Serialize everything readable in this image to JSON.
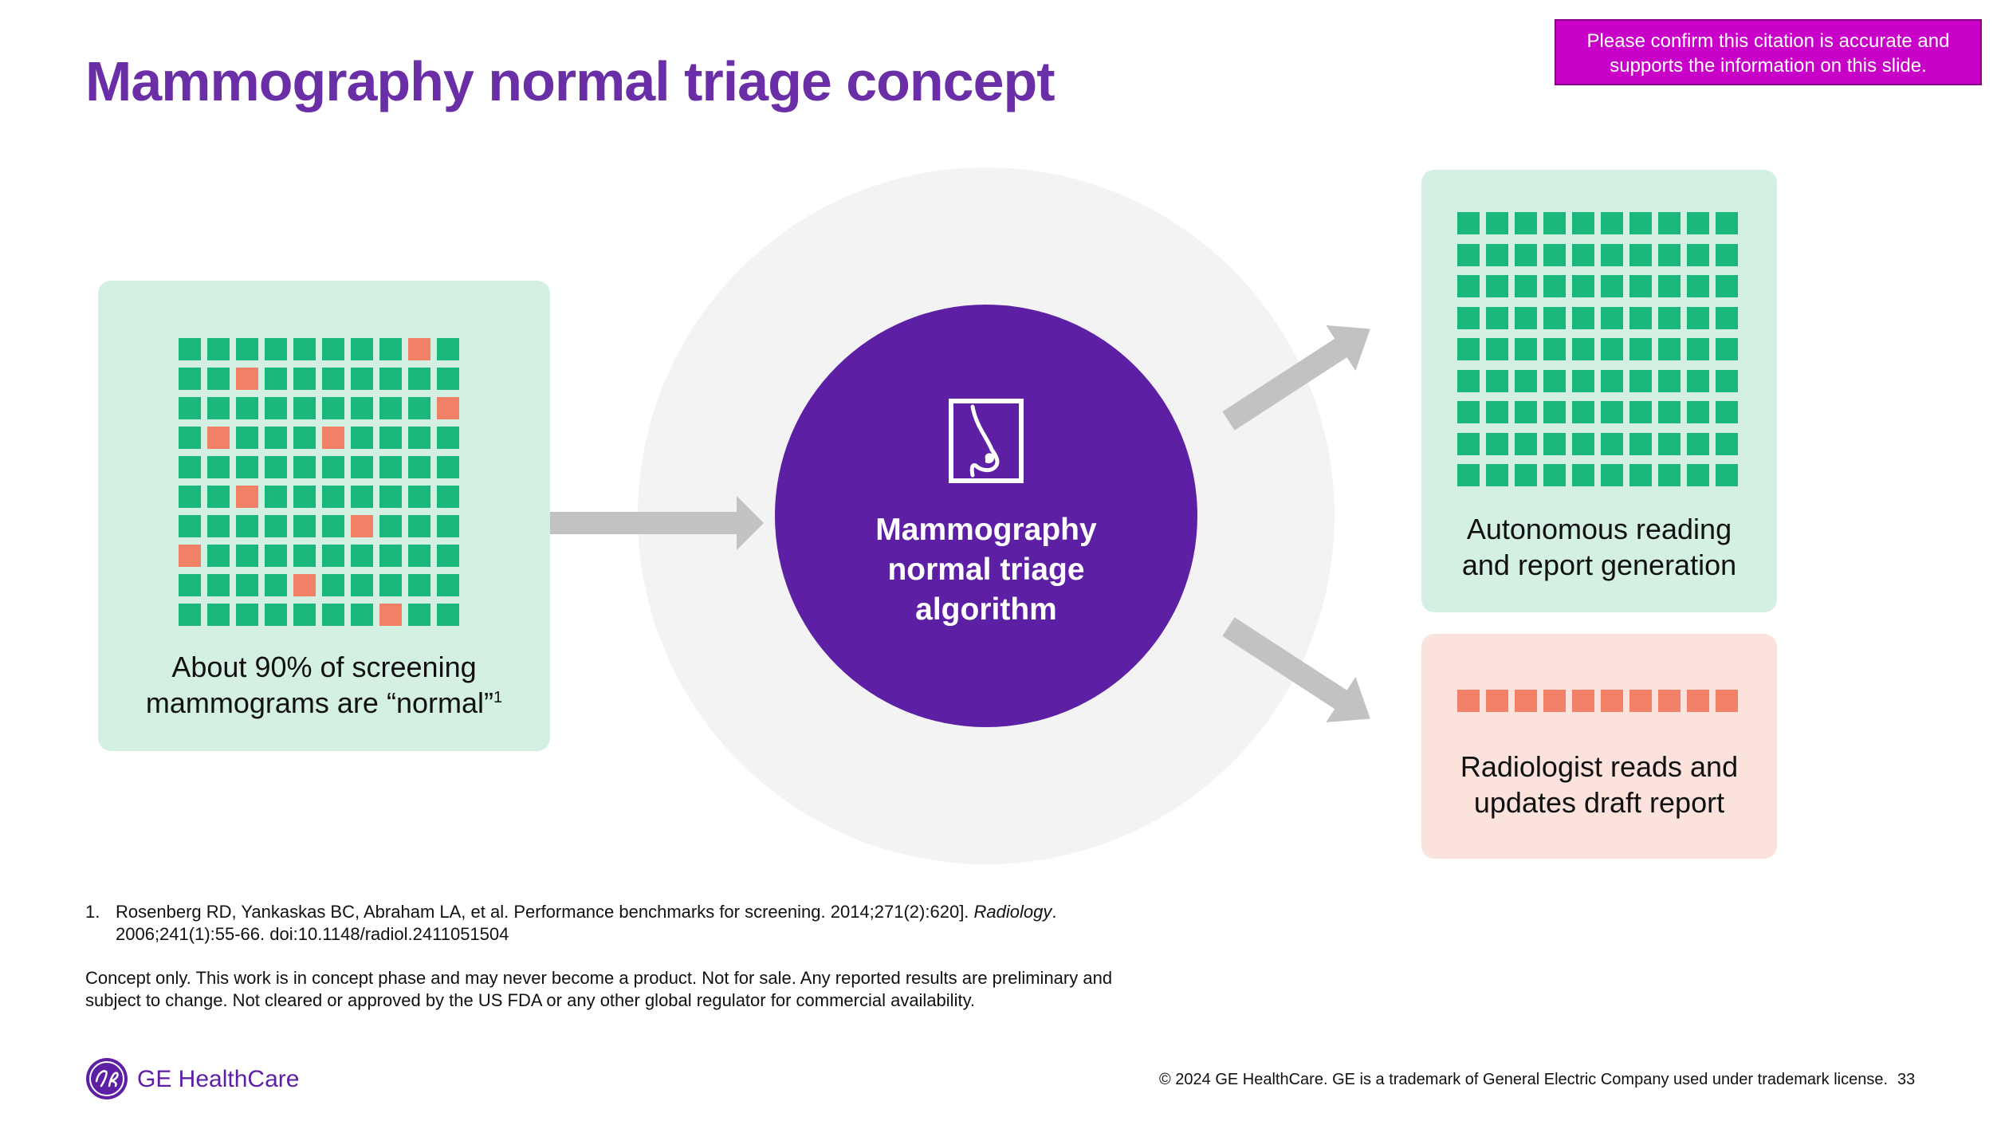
{
  "title": "Mammography normal triage concept",
  "citation_notice": "Please confirm this citation is accurate and supports the information on this slide.",
  "left_panel": {
    "caption_line1": "About 90% of screening",
    "caption_line2": "mammograms are “normal”",
    "footnote_marker": "1"
  },
  "center": {
    "line1": "Mammography",
    "line2": "normal triage",
    "line3": "algorithm",
    "icon": "breast-scan-icon"
  },
  "right_top": {
    "caption_line1": "Autonomous reading",
    "caption_line2": "and report generation"
  },
  "right_bottom": {
    "caption_line1": "Radiologist reads and",
    "caption_line2": "updates draft report"
  },
  "footnote": {
    "number": "1.",
    "text_main": "Rosenberg RD, Yankaskas BC, Abraham LA, et al. Performance benchmarks for screening. 2014;271(2):620]. ",
    "journal": "Radiology",
    "text_end": ". 2006;241(1):55-66. doi:10.1148/radiol.2411051504"
  },
  "disclaimer": "Concept only. This work is in concept phase and may never become a product. Not for sale. Any reported results are preliminary and subject to change. Not cleared or approved by the US FDA or any other global regulator for commercial availability.",
  "brand": "GE HealthCare",
  "copyright": "© 2024 GE HealthCare. GE is a trademark of General Electric Company used under trademark license.",
  "page_number": "33",
  "colors": {
    "title_purple": "#6a2ea6",
    "core_purple": "#5d1fa3",
    "normal_green": "#1ab87a",
    "abnormal_coral": "#f28066",
    "green_panel": "#d3f0e3",
    "coral_panel": "#fbe2dc",
    "notice_magenta": "#c800c8",
    "arrow_gray": "#c2c2c2"
  },
  "grids": {
    "input_cases": {
      "rows": 10,
      "cols": 10,
      "abnormal": [
        [
          0,
          8
        ],
        [
          1,
          2
        ],
        [
          2,
          9
        ],
        [
          3,
          1
        ],
        [
          3,
          5
        ],
        [
          5,
          2
        ],
        [
          6,
          6
        ],
        [
          7,
          0
        ],
        [
          8,
          4
        ],
        [
          9,
          7
        ]
      ]
    },
    "autonomous_cases": {
      "rows": 9,
      "cols": 10,
      "abnormal": []
    },
    "radiologist_cases": {
      "rows": 1,
      "cols": 10,
      "abnormal": "all"
    }
  }
}
